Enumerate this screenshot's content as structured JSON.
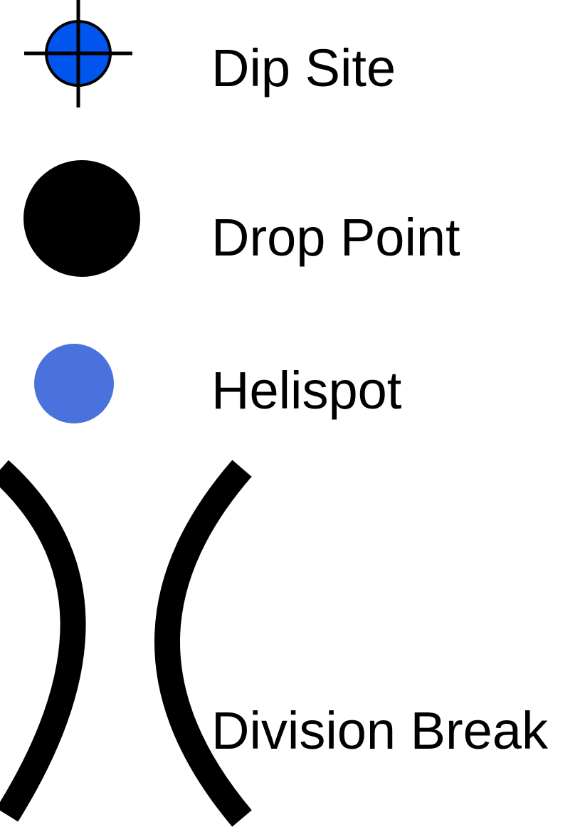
{
  "legend": {
    "items": [
      {
        "label": "Dip Site",
        "icon": "crosshair-circle-icon",
        "color": "#0055ee"
      },
      {
        "label": "Drop Point",
        "icon": "filled-circle-icon",
        "color": "#000000"
      },
      {
        "label": "Helispot",
        "icon": "filled-circle-icon",
        "color": "#4a72dc"
      },
      {
        "label": "Division Break",
        "icon": "opposed-arcs-icon",
        "color": "#000000"
      }
    ]
  }
}
